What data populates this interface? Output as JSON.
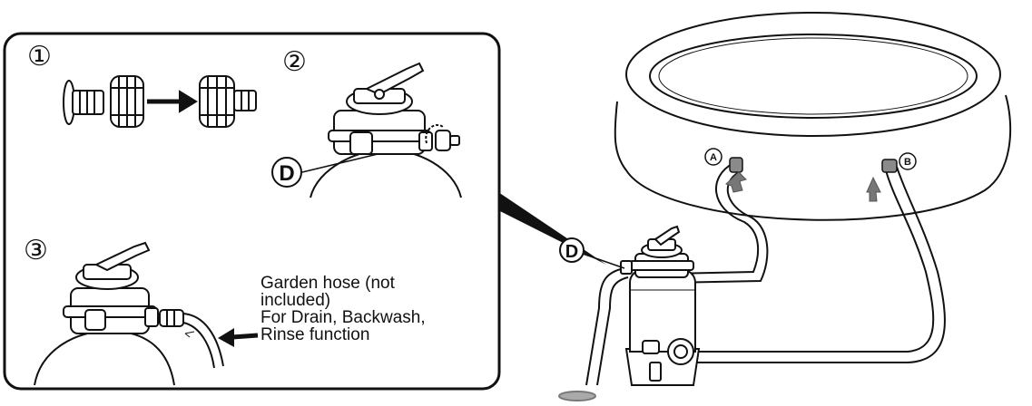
{
  "steps": [
    {
      "number": "①"
    },
    {
      "number": "②"
    },
    {
      "number": "③"
    }
  ],
  "labels": {
    "d_inset": "D",
    "d_main": "D",
    "a": "A",
    "b": "B"
  },
  "caption": {
    "line1": "Garden hose (not",
    "line2": "included)",
    "line3": "For Drain, Backwash,",
    "line4": "Rinse function"
  },
  "colors": {
    "stroke": "#111111",
    "fill": "#ffffff",
    "arrow": "#777777",
    "hose_end": "#8a8a8a"
  }
}
